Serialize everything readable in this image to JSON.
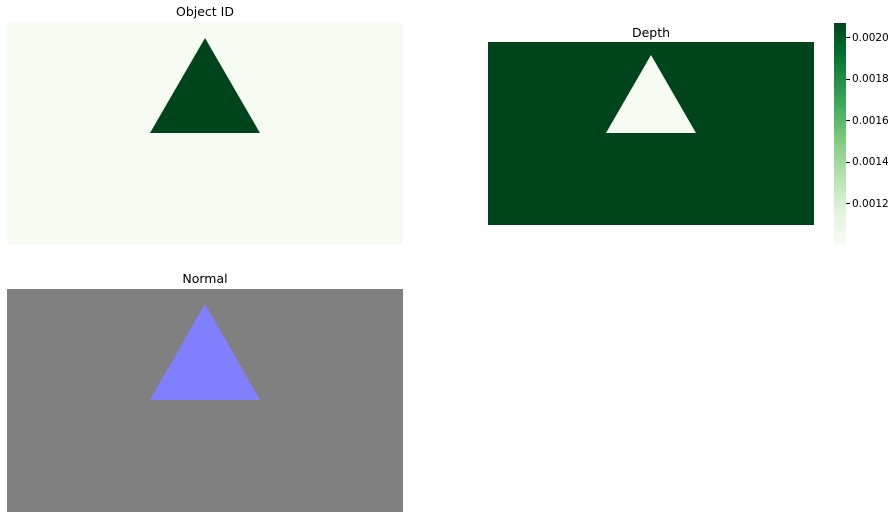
{
  "panels": {
    "object_id": {
      "title": "Object ID",
      "background_color": "#f6fcf4",
      "shape_color": "#00441b"
    },
    "depth": {
      "title": "Depth",
      "background_color": "#00441b",
      "shape_color": "#f6fcf4"
    },
    "normal": {
      "title": "Normal",
      "background_color": "#808080",
      "shape_color": "#8080ff"
    }
  },
  "colorbar": {
    "colormap": "Greens",
    "color_low": "#f7fcf5",
    "color_high": "#00441b",
    "range": [
      0.001,
      0.00207
    ],
    "ticks": [
      "0.0012",
      "0.0014",
      "0.0016",
      "0.0018",
      "0.0020"
    ]
  }
}
